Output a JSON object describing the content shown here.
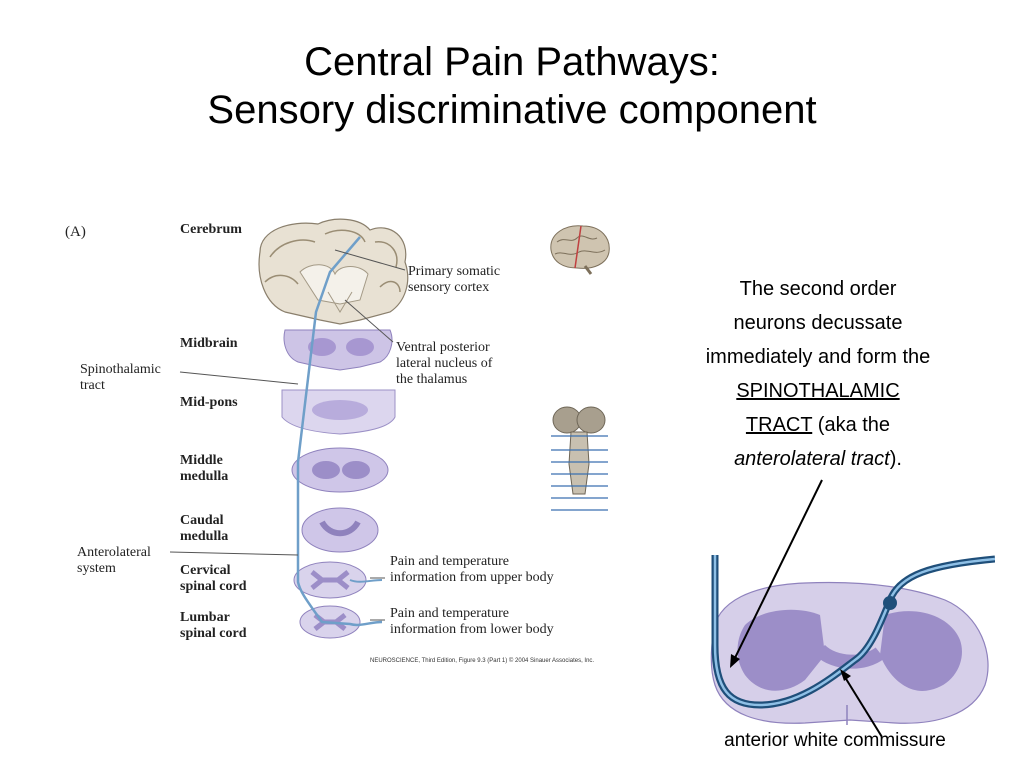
{
  "slide": {
    "title_line1": "Central Pain Pathways:",
    "title_line2": "Sensory discriminative component"
  },
  "figure": {
    "panel_label": "(A)",
    "levels": {
      "cerebrum": "Cerebrum",
      "midbrain": "Midbrain",
      "midpons": "Mid-pons",
      "middle_medulla_1": "Middle",
      "middle_medulla_2": "medulla",
      "caudal_medulla_1": "Caudal",
      "caudal_medulla_2": "medulla",
      "cervical_1": "Cervical",
      "cervical_2": "spinal cord",
      "lumbar_1": "Lumbar",
      "lumbar_2": "spinal cord"
    },
    "labels": {
      "primary_1": "Primary somatic",
      "primary_2": "sensory cortex",
      "vpl_1": "Ventral posterior",
      "vpl_2": "lateral nucleus of",
      "vpl_3": "the thalamus",
      "spinothalamic_1": "Spinothalamic",
      "spinothalamic_2": "tract",
      "anterolateral_1": "Anterolateral",
      "anterolateral_2": "system",
      "pain_upper_1": "Pain and temperature",
      "pain_upper_2": "information from upper body",
      "pain_lower_1": "Pain and temperature",
      "pain_lower_2": "information from lower body"
    },
    "credit": "NEUROSCIENCE, Third Edition, Figure 9.3 (Part 1)  © 2004 Sinauer Associates, Inc."
  },
  "note": {
    "line1": "The second order",
    "line2": "neurons decussate",
    "line3": "immediately and form the",
    "line4": "SPINOTHALAMIC",
    "line5a": "TRACT",
    "line5b": " (aka the",
    "line6a": "anterolateral tract",
    "line6b": ")."
  },
  "caption": "anterior white commissure",
  "colors": {
    "tract": "#6f9fc9",
    "tract_dark": "#1f4f7a",
    "grey_matter": "#9c8ec8",
    "section": "#d9d3ec",
    "brain": "#cfc4b0"
  }
}
